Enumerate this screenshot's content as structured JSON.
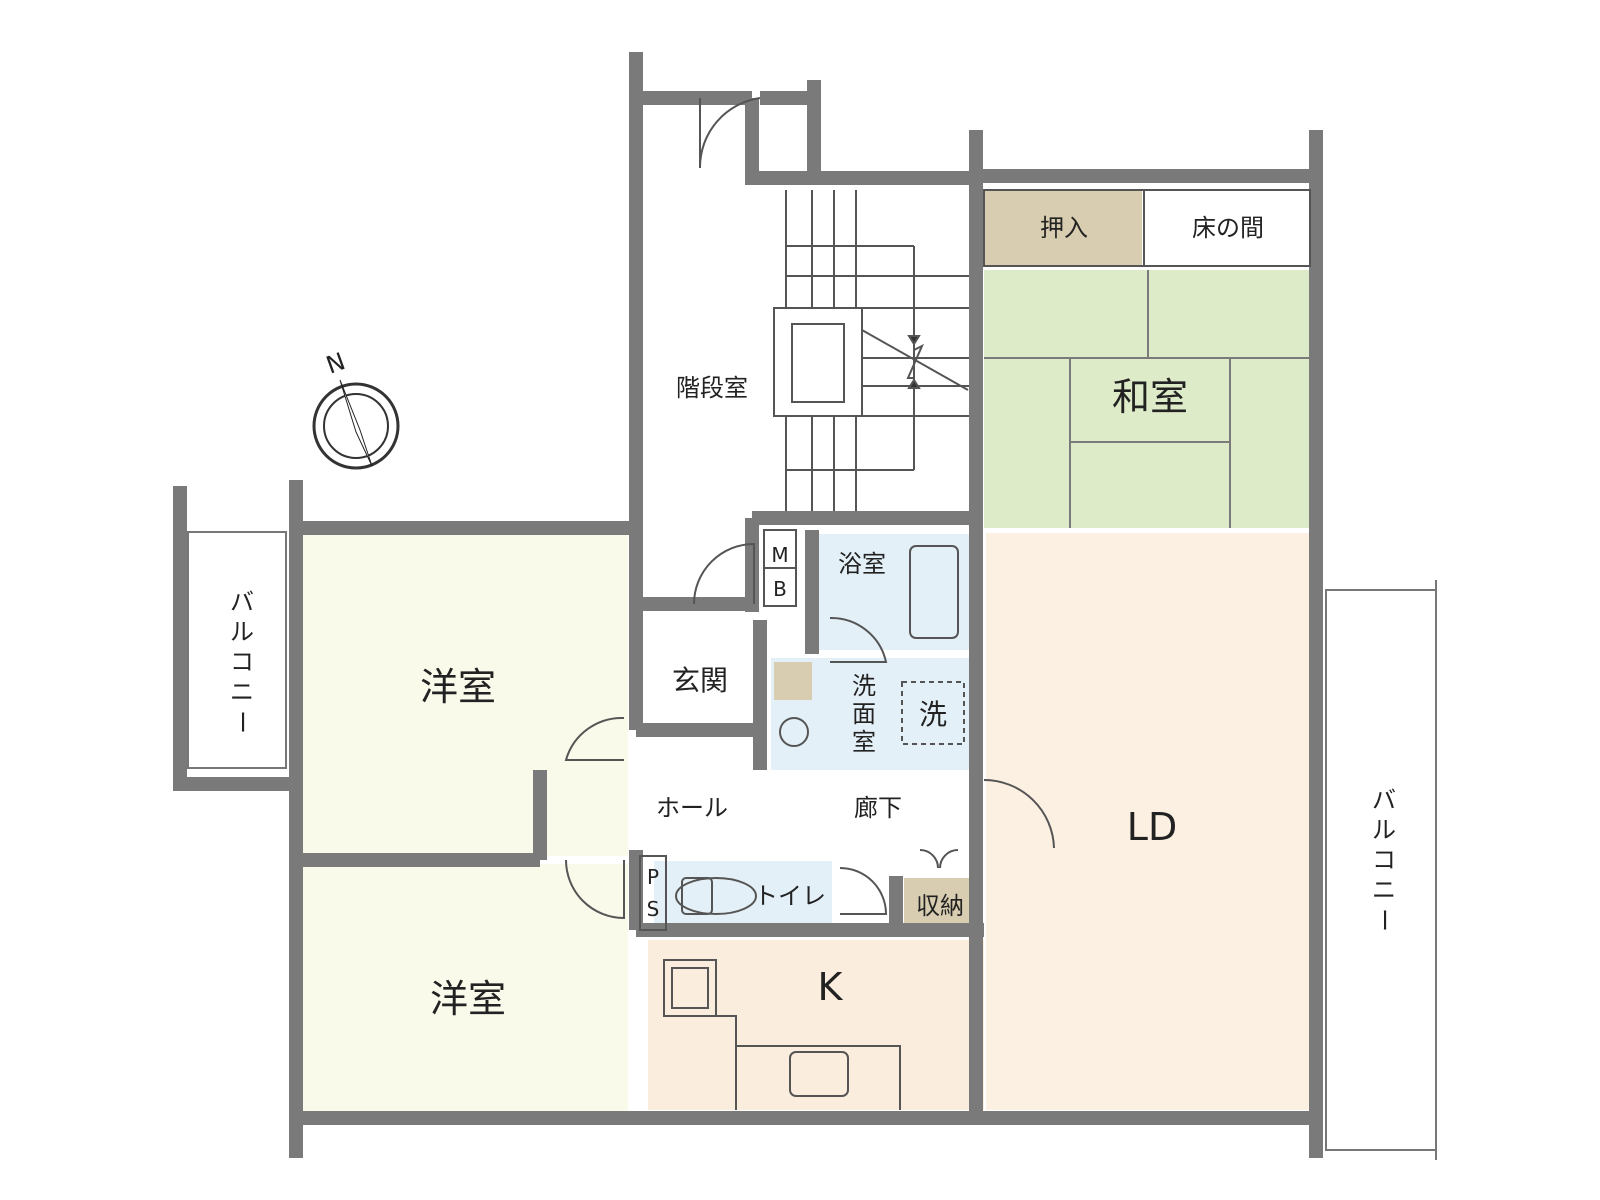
{
  "compass": {
    "north_label": "N"
  },
  "rooms": {
    "stair_hall": "階段室",
    "closet": "押入",
    "alcove": "床の間",
    "japanese_room": "和室",
    "western_room_1": "洋室",
    "western_room_2": "洋室",
    "entrance": "玄関",
    "bathroom": "浴室",
    "meter_box": [
      "M",
      "B"
    ],
    "washroom": [
      "洗",
      "面",
      "室"
    ],
    "washer": "洗",
    "hall": "ホール",
    "corridor": "廊下",
    "pipe_space": [
      "P",
      "S"
    ],
    "toilet": "トイレ",
    "storage": "収納",
    "kitchen": "K",
    "living_dining": "LD",
    "balcony_left": [
      "バ",
      "ル",
      "コ",
      "ニ",
      "ー"
    ],
    "balcony_right": [
      "バ",
      "ル",
      "コ",
      "ニ",
      "ー"
    ]
  },
  "colors": {
    "wall": "#7a7a7a",
    "tatami": "#deebc8",
    "closet": "#d8cdb0",
    "western": "#fafaeb",
    "ld": "#fcf0e3",
    "kitchen": "#fbeddd",
    "wet": "#e4f0f7",
    "storage": "#d8cdb0"
  }
}
